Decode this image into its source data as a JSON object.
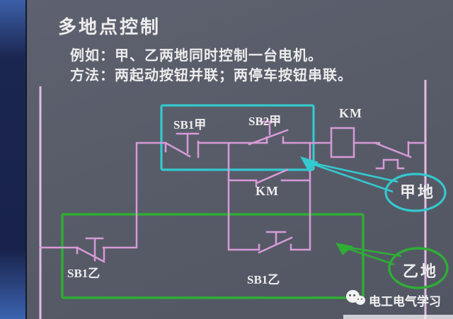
{
  "slide": {
    "title": "多地点控制",
    "line1": "例如：甲、乙两地同时控制一台电机。",
    "line2": "方法：两起动按钮并联；两停车按钮串联。"
  },
  "diagram": {
    "labels": {
      "sb1_jia": "SB1甲",
      "sb2_jia": "SB2甲",
      "km_coil": "KM",
      "km_aux": "KM",
      "sb1_yi_stop": "SB1乙",
      "sb1_yi_start": "SB1乙",
      "location_a": "甲地",
      "location_b": "乙地"
    }
  },
  "watermark": {
    "text": "电工电气学习",
    "icon": "wechat-icon"
  },
  "colors": {
    "bg": "#585c68",
    "band": "#1b2650",
    "circuit": "#d79ad8",
    "rail": "#e2bde4",
    "highlight_a": "#35c8cf",
    "highlight_b": "#2fad35",
    "text": "#ededed"
  }
}
